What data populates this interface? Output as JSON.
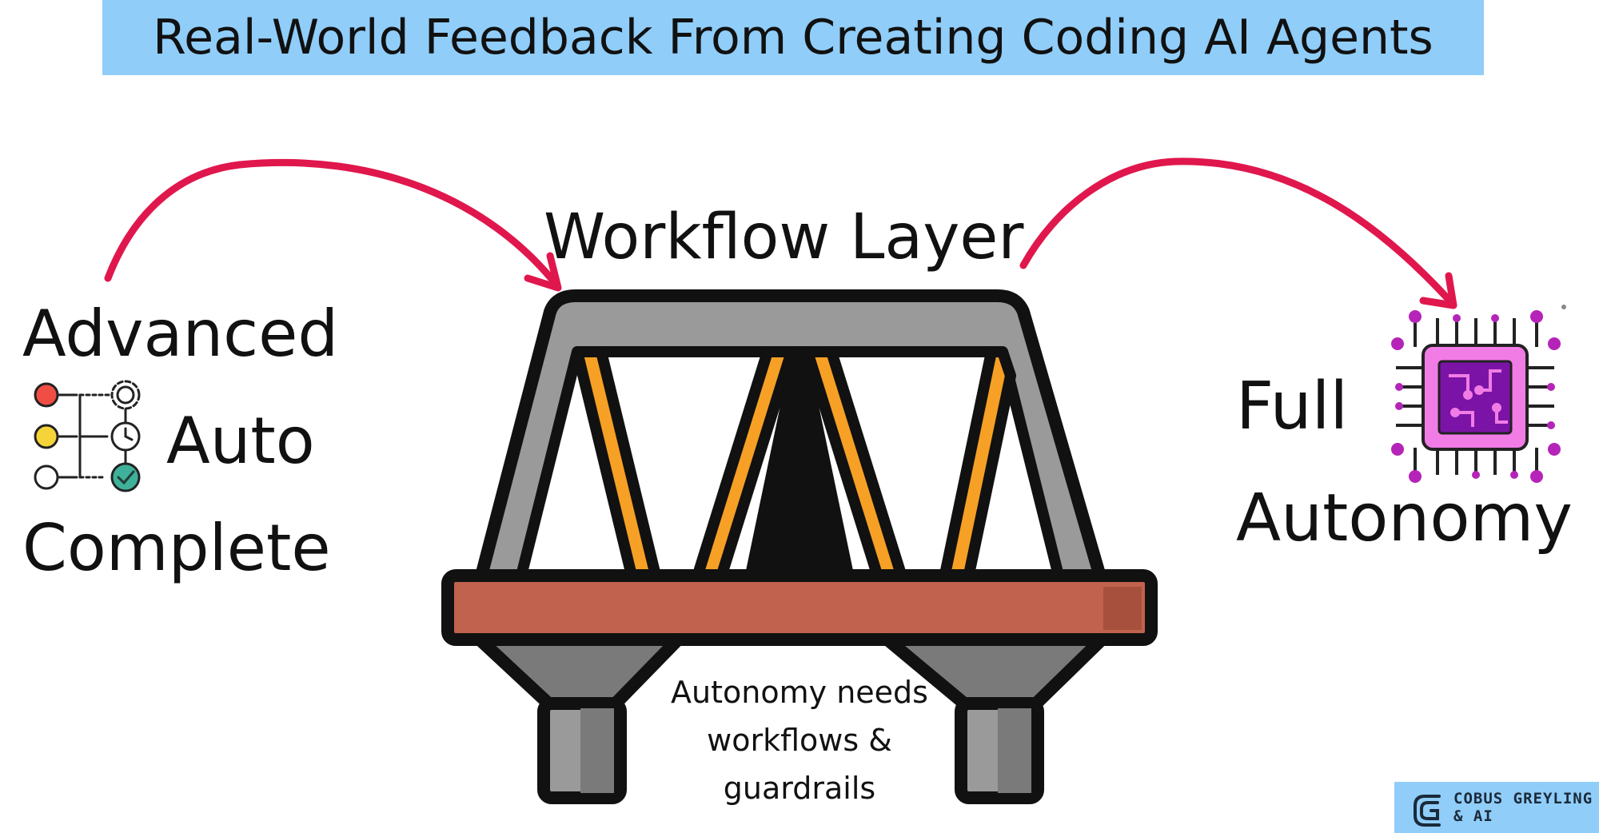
{
  "title": "Real-World Feedback From Creating Coding AI Agents",
  "left_label": {
    "line1": "Advanced",
    "line2": "Auto",
    "line3": "Complete"
  },
  "center_label": "Workflow Layer",
  "right_label": {
    "line1": "Full",
    "line2": "Autonomy"
  },
  "bridge_note": {
    "line1": "Autonomy needs",
    "line2": "workflows &",
    "line3": "guardrails"
  },
  "brand": {
    "line1": "COBUS GREYLING",
    "line2": "& AI"
  },
  "icons": {
    "left": "workflow-steps-icon",
    "center": "bridge-icon",
    "right": "ai-chip-icon",
    "brand": "cobus-greyling-logo-icon"
  },
  "colors": {
    "title_highlight": "#90cdf9",
    "brand_highlight": "#90cdf9",
    "arrow": "#e0174d",
    "bridge_outline": "#111111",
    "bridge_frame": "#9a9a9a",
    "bridge_struts": "#f6a025",
    "bridge_deck": "#c0624e",
    "chip_body": "#f27ce6",
    "chip_core": "#7b14a6",
    "step_red": "#f04e45",
    "step_yellow": "#f5d43a",
    "step_check": "#3fb19a"
  }
}
